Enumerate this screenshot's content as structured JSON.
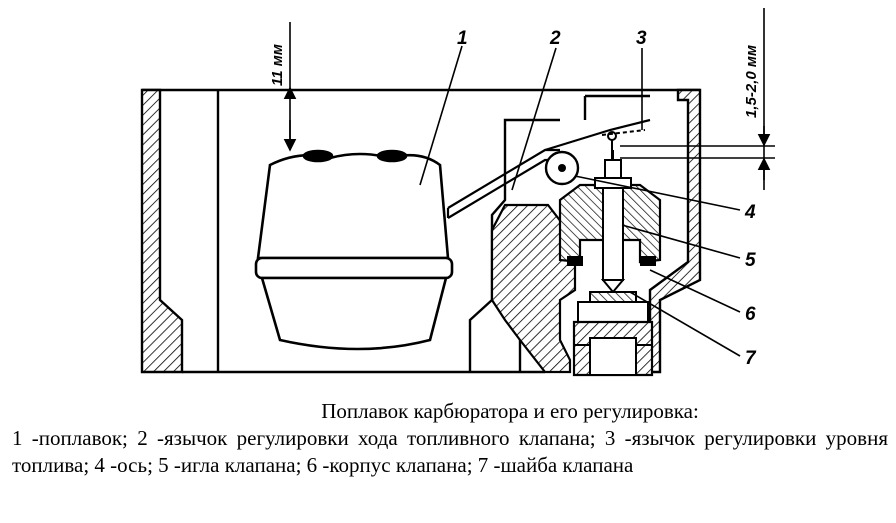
{
  "diagram": {
    "labels": [
      "1",
      "2",
      "3",
      "4",
      "5",
      "6",
      "7"
    ],
    "dim_height": "11 мм",
    "dim_gap": "1,5-2,0 мм"
  },
  "caption": {
    "title": "Поплавок карбюратора и его регулировка:",
    "body": "1 -поплавок; 2 -язычок регулировки хода топливного клапана; 3 -язычок регулировки уровня топлива; 4 -ось; 5 -игла клапана; 6 -корпус клапана; 7 -шайба клапана"
  }
}
